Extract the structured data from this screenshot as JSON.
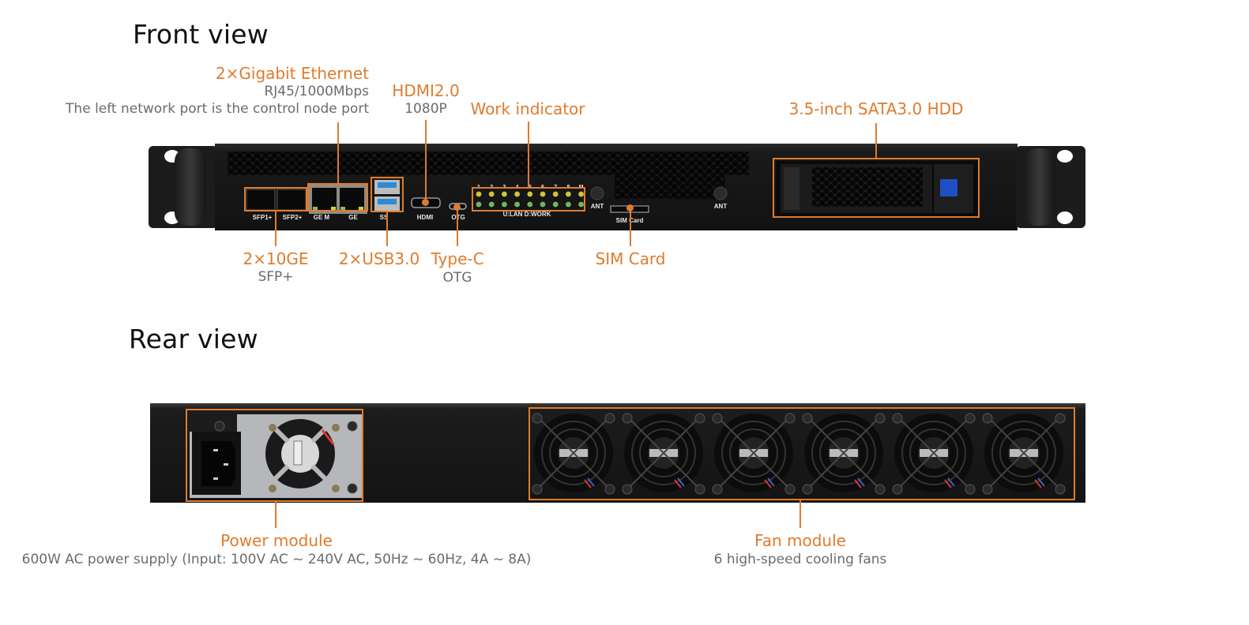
{
  "colors": {
    "accent": "#e07b2c",
    "subtext": "#6b6b6b",
    "chassis": "#151515",
    "hdd_button": "#1f4fc4"
  },
  "front_view": {
    "title": "Front view",
    "callouts": {
      "ethernet": {
        "label": "2×Gigabit Ethernet",
        "sub1": "RJ45/1000Mbps",
        "sub2": "The left network port is the control node port"
      },
      "hdmi": {
        "label": "HDMI2.0",
        "sub": "1080P"
      },
      "work_indicator": {
        "label": "Work indicator"
      },
      "hdd": {
        "label": "3.5-inch SATA3.0 HDD"
      },
      "sfp": {
        "label": "2×10GE",
        "sub": "SFP+"
      },
      "usb": {
        "label": "2×USB3.0"
      },
      "typec": {
        "label": "Type-C",
        "sub": "OTG"
      },
      "sim": {
        "label": "SIM Card"
      }
    },
    "panel_labels": {
      "sfp1": "SFP1+",
      "sfp2": "SFP2+",
      "gem": "GE M",
      "ge": "GE",
      "usb": "SS",
      "hdmi": "HDMI",
      "otg": "OTG",
      "led_numbers": [
        "1",
        "2",
        "3",
        "4",
        "5",
        "6",
        "7",
        "8",
        "M"
      ],
      "led_legend": "U:LAN  D:WORK",
      "ant": "ANT",
      "sim": "SIM Card"
    }
  },
  "rear_view": {
    "title": "Rear view",
    "callouts": {
      "power": {
        "label": "Power module",
        "sub": "600W AC power supply (Input: 100V AC ~ 240V AC, 50Hz ~ 60Hz, 4A ~ 8A)"
      },
      "fans": {
        "label": "Fan module",
        "sub": "6 high-speed cooling fans"
      }
    },
    "fan_count": 6
  }
}
